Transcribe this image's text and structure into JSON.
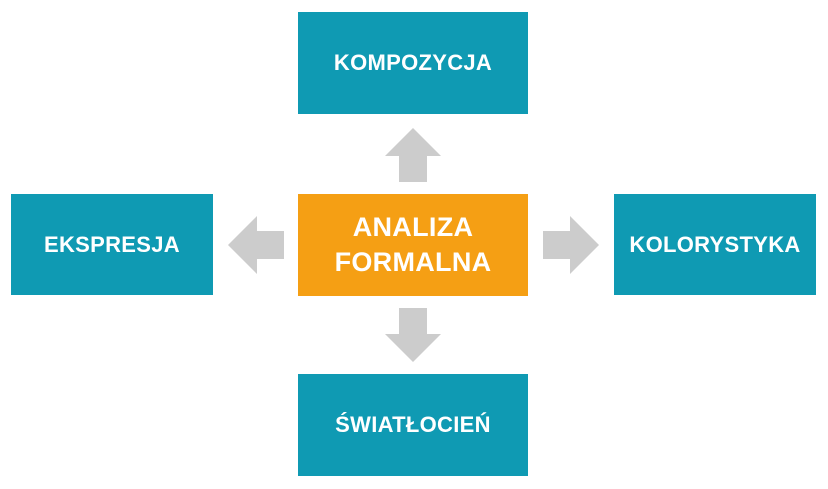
{
  "diagram": {
    "center": {
      "line1": "ANALIZA",
      "line2": "FORMALNA",
      "color": "#f59f14"
    },
    "nodes": {
      "top": "KOMPOZYCJA",
      "left": "EKSPRESJA",
      "right": "KOLORYSTYKA",
      "bottom": "ŚWIATŁOCIEŃ"
    },
    "node_color": "#0f9ab3",
    "arrow_color": "#cccccc"
  }
}
